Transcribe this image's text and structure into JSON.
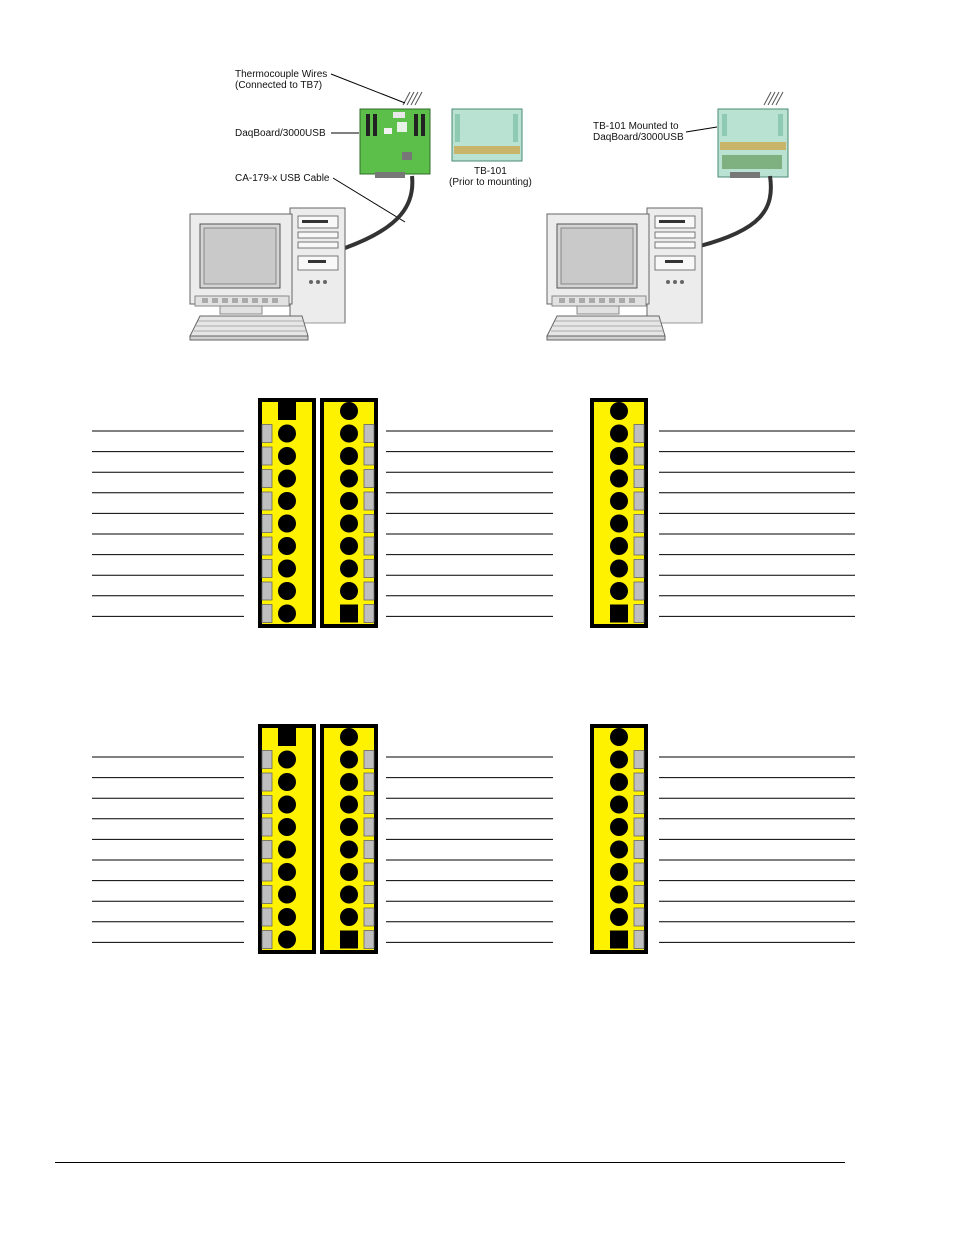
{
  "labels": {
    "thermocouple_wires": "Thermocouple Wires\n(Connected to TB7)",
    "daqboard": "DaqBoard/3000USB",
    "usb_cable": "CA-179-x USB Cable",
    "tb101_title": "TB-101",
    "tb101_note": "(Prior to mounting)",
    "tb101_mounted": "TB-101 Mounted to\nDaqBoard/3000USB"
  },
  "terminal_blocks": {
    "upper": {
      "left_pair": {
        "pins_per_strip": 10
      },
      "right_single": {
        "pins": 10
      }
    },
    "lower": {
      "left_pair": {
        "pins_per_strip": 10
      },
      "right_single": {
        "pins": 10
      }
    }
  },
  "colors": {
    "terminal_yellow": "#fff200",
    "pcb_green": "#5cbf4a",
    "pcb_mint": "#b9e2d2",
    "computer_beige": "#ececec",
    "label_line": "#000000"
  }
}
